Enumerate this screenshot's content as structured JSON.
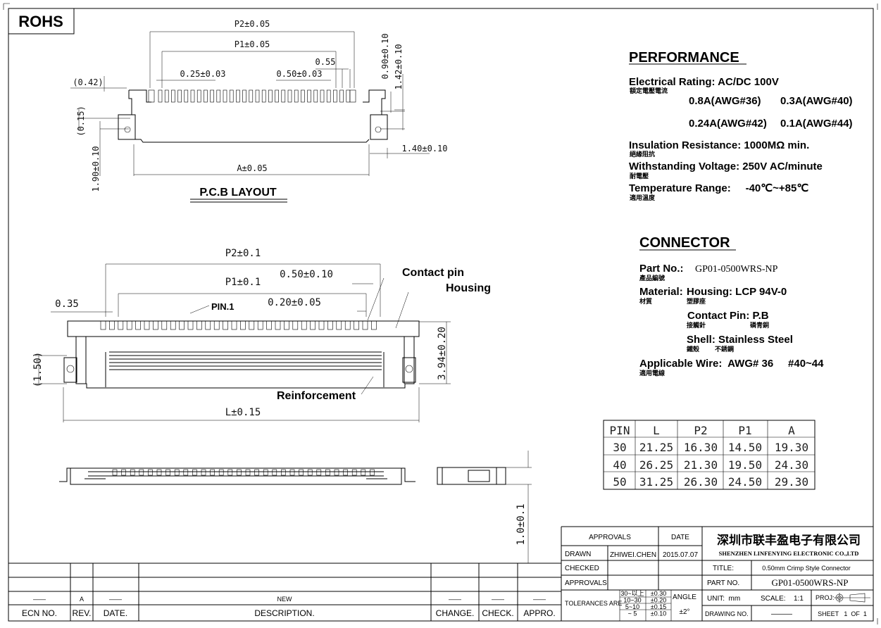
{
  "badge": "ROHS",
  "pcb_layout": {
    "title": "P.C.B LAYOUT",
    "dims": {
      "p2": "P2±0.05",
      "p1": "P1±0.05",
      "d055": "0.55",
      "d025": "0.25±0.03",
      "d050": "0.50±0.03",
      "d042": "(0.42)",
      "d015": "(0.15)",
      "d190": "1.90±0.10",
      "d090": "0.90±0.10",
      "d142": "1.42±0.10",
      "d140": "1.40±0.10",
      "a": "A±0.05"
    }
  },
  "front_view": {
    "dims": {
      "p2": "P2±0.1",
      "p1": "P1±0.1",
      "d050": "0.50±0.10",
      "d020": "0.20±0.05",
      "d035": "0.35",
      "d150": "(1.50)",
      "d394": "3.94±0.20",
      "l": "L±0.15"
    },
    "callouts": {
      "pin1": "PIN.1",
      "contact_pin": "Contact pin",
      "housing": "Housing",
      "reinforcement": "Reinforcement"
    }
  },
  "side_view": {
    "d10": "1.0±0.1"
  },
  "performance": {
    "heading": "PERFORMANCE",
    "electrical_rating": "Electrical Rating: AC/DC 100V",
    "electrical_rating_cn": "額定電壓電流",
    "currents": [
      "0.8A(AWG#36)",
      "0.3A(AWG#40)",
      "0.24A(AWG#42)",
      "0.1A(AWG#44)"
    ],
    "insulation": "Insulation Resistance: 1000MΩ min.",
    "insulation_cn": "絕緣阻抗",
    "withstanding": "Withstanding Voltage:  250V AC/minute",
    "withstanding_cn": "耐電壓",
    "temperature": "Temperature Range:     -40℃~+85℃",
    "temperature_cn": "適用溫度"
  },
  "connector": {
    "heading": "CONNECTOR",
    "part_no_label": "Part No.:",
    "part_no": "GP01-0500WRS-NP",
    "part_no_cn": "產品編號",
    "material_label": "Material:",
    "material_cn": "材質",
    "housing": "Housing: LCP 94V-0",
    "housing_cn": "塑膠座",
    "contact_pin": "Contact Pin: P.B",
    "contact_pin_cn": "接觸針",
    "contact_pin_cn2": "磷青銅",
    "shell": "Shell: Stainless Steel",
    "shell_cn": "鐵殼",
    "shell_cn2": "不銹鋼",
    "wire": "Applicable Wire:  AWG# 36     #40~44",
    "wire_cn": "適用電線"
  },
  "pin_table": {
    "headers": [
      "PIN",
      "L",
      "P2",
      "P1",
      "A"
    ],
    "rows": [
      [
        "30",
        "21.25",
        "16.30",
        "14.50",
        "19.30"
      ],
      [
        "40",
        "26.25",
        "21.30",
        "19.50",
        "24.30"
      ],
      [
        "50",
        "31.25",
        "26.30",
        "24.50",
        "29.30"
      ]
    ]
  },
  "revision_table": {
    "headers": [
      "ECN NO.",
      "REV.",
      "DATE.",
      "DESCRIPTION.",
      "CHANGE.",
      "CHECK.",
      "APPRO."
    ],
    "row": [
      "——",
      "A",
      "——",
      "NEW",
      "——",
      "——",
      "——"
    ]
  },
  "title_block": {
    "approvals": "APPROVALS",
    "date": "DATE",
    "drawn": "DRAWN",
    "drawn_by": "ZHIWEI.CHEN",
    "drawn_date": "2015.07.07",
    "checked": "CHECKED",
    "approvals2": "APPROVALS",
    "tolerances": "TOLERANCES ARE",
    "tol_rows": [
      [
        "30~以上",
        "±0.30"
      ],
      [
        "10~30",
        "±0.20"
      ],
      [
        "5~10",
        "±0.15"
      ],
      [
        "~ 5",
        "±0.10"
      ]
    ],
    "angle": "ANGLE",
    "angle_tol": "±2°",
    "company_cn": "深圳市联丰盈电子有限公司",
    "company_en": "SHENZHEN LINFENYING ELECTRONIC CO.,LTD",
    "title_label": "TITLE:",
    "title": "0.50mm Crimp Style Connector",
    "part_no_label": "PART NO.",
    "part_no": "GP01-0500WRS-NP",
    "unit": "UNIT:  mm",
    "scale_label": "SCALE:",
    "scale": "1:1",
    "proj": "PROJ:",
    "drawing_no_label": "DRAWING NO.",
    "drawing_no": "———",
    "sheet": "SHEET   1  OF  1"
  }
}
